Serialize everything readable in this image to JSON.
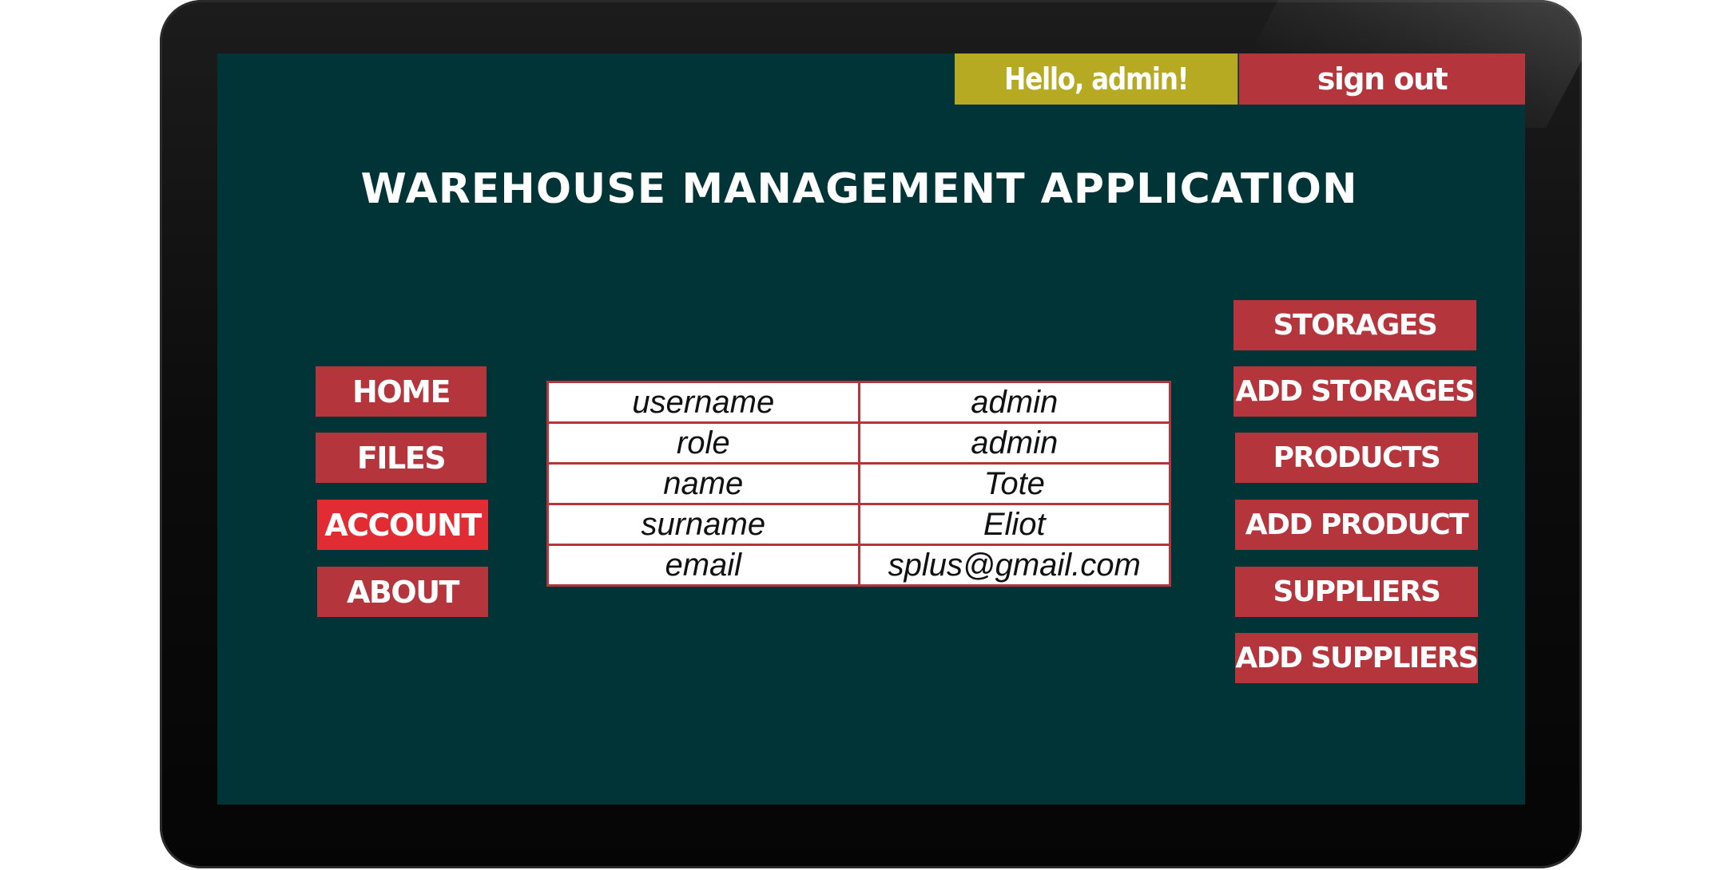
{
  "header": {
    "greeting": "Hello, admin!",
    "sign_out_label": "sign out"
  },
  "app": {
    "title": "WAREHOUSE MANAGEMENT APPLICATION"
  },
  "left_nav": {
    "items": [
      {
        "label": "HOME"
      },
      {
        "label": "FILES"
      },
      {
        "label": "ACCOUNT",
        "active": true
      },
      {
        "label": "ABOUT"
      }
    ]
  },
  "right_nav": {
    "items": [
      {
        "label": "STORAGES"
      },
      {
        "label": "ADD STORAGES"
      },
      {
        "label": "PRODUCTS"
      },
      {
        "label": "ADD PRODUCT"
      },
      {
        "label": "SUPPLIERS"
      },
      {
        "label": "ADD SUPPLIERS"
      }
    ]
  },
  "profile": {
    "rows": [
      {
        "field": "username",
        "value": "admin"
      },
      {
        "field": "role",
        "value": "admin"
      },
      {
        "field": "name",
        "value": "Tote"
      },
      {
        "field": "surname",
        "value": "Eliot"
      },
      {
        "field": "email",
        "value": "splus@gmail.com"
      }
    ]
  },
  "colors": {
    "screen_background": "#003436",
    "button_red": "#b5353c",
    "active_button_red": "#e12c33",
    "greeting_olive": "#b6aa23",
    "text_white": "#ffffff"
  }
}
